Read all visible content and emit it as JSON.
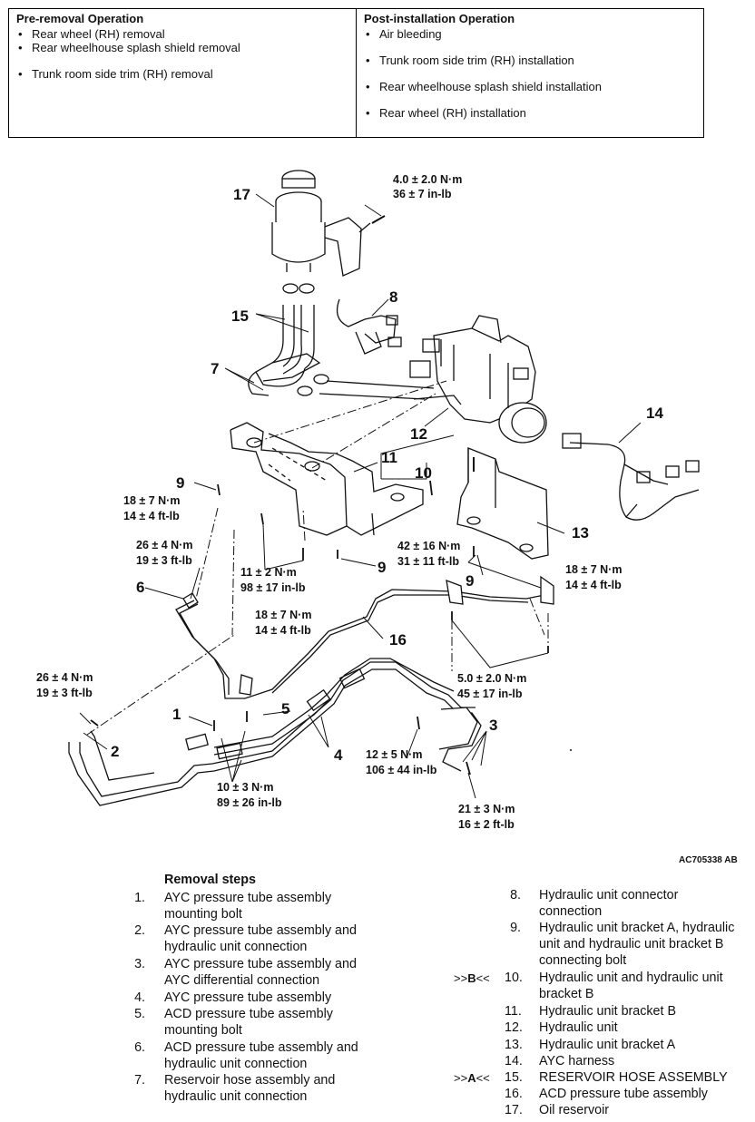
{
  "operations": {
    "pre_removal": {
      "title": "Pre-removal Operation",
      "items": [
        "Rear wheel (RH) removal",
        "Rear wheelhouse splash shield removal",
        "Trunk room side trim (RH) removal"
      ]
    },
    "post_installation": {
      "title": "Post-installation Operation",
      "items": [
        "Air bleeding",
        "Trunk room side trim (RH) installation",
        "Rear wheelhouse splash shield installation",
        "Rear wheel (RH) installation"
      ]
    }
  },
  "diagram": {
    "callouts": [
      "17",
      "8",
      "15",
      "7",
      "12",
      "14",
      "11",
      "10",
      "9",
      "13",
      "6",
      "9",
      "9",
      "16",
      "1",
      "5",
      "2",
      "4",
      "3"
    ],
    "torques": {
      "t1a": "4.0 ± 2.0 N·m",
      "t1b": "36 ± 7 in-lb",
      "t2a": "18 ± 7 N·m",
      "t2b": "14 ± 4 ft-lb",
      "t3a": "26 ± 4 N·m",
      "t3b": "19 ± 3 ft-lb",
      "t4a": "11 ± 2 N·m",
      "t4b": "98 ± 17 in-lb",
      "t5a": "42 ± 16 N·m",
      "t5b": "31 ± 11 ft-lb",
      "t6a": "18 ± 7 N·m",
      "t6b": "14 ± 4 ft-lb",
      "t7a": "18 ± 7 N·m",
      "t7b": "14 ± 4 ft-lb",
      "t8a": "5.0 ± 2.0 N·m",
      "t8b": "45 ± 17 in-lb",
      "t9a": "26 ± 4 N·m",
      "t9b": "19 ± 3 ft-lb",
      "t10a": "12 ± 5 N·m",
      "t10b": "106 ± 44 in-lb",
      "t11a": "10 ± 3 N·m",
      "t11b": "89 ± 26 in-lb",
      "t12a": "21 ± 3 N·m",
      "t12b": "16 ± 2 ft-lb"
    },
    "figure_code": "AC705338 AB"
  },
  "removal": {
    "title": "Removal steps",
    "steps_left": [
      {
        "num": "1.",
        "l1": "AYC pressure tube assembly",
        "l2": "mounting bolt"
      },
      {
        "num": "2.",
        "l1": "AYC pressure tube assembly and",
        "l2": "hydraulic unit connection"
      },
      {
        "num": "3.",
        "l1": "AYC pressure tube assembly and",
        "l2": "AYC differential connection"
      },
      {
        "num": "4.",
        "l1": "AYC pressure tube assembly",
        "l2": ""
      },
      {
        "num": "5.",
        "l1": "ACD pressure tube assembly",
        "l2": "mounting bolt"
      },
      {
        "num": "6.",
        "l1": "ACD pressure tube assembly and",
        "l2": "hydraulic unit connection"
      },
      {
        "num": "7.",
        "l1": "Reservoir hose assembly and",
        "l2": "hydraulic unit connection"
      }
    ],
    "steps_right": [
      {
        "num": "8.",
        "l1": "Hydraulic unit connector",
        "l2": "connection",
        "l3": ""
      },
      {
        "num": "9.",
        "l1": "Hydraulic unit bracket A, hydraulic",
        "l2": "unit and hydraulic unit bracket B",
        "l3": "connecting bolt"
      },
      {
        "num": "10.",
        "l1": "Hydraulic unit and hydraulic unit",
        "l2": "bracket B",
        "l3": ""
      },
      {
        "num": "11.",
        "l1": "Hydraulic unit bracket B",
        "l2": "",
        "l3": ""
      },
      {
        "num": "12.",
        "l1": "Hydraulic unit",
        "l2": "",
        "l3": ""
      },
      {
        "num": "13.",
        "l1": "Hydraulic unit bracket A",
        "l2": "",
        "l3": ""
      },
      {
        "num": "14.",
        "l1": "AYC harness",
        "l2": "",
        "l3": ""
      },
      {
        "num": "15.",
        "l1": "RESERVOIR HOSE ASSEMBLY",
        "l2": "",
        "l3": ""
      },
      {
        "num": "16.",
        "l1": "ACD pressure tube assembly",
        "l2": "",
        "l3": ""
      },
      {
        "num": "17.",
        "l1": "Oil reservoir",
        "l2": "",
        "l3": ""
      }
    ],
    "marks": {
      "b_pre": ">>",
      "b_letter": "B",
      "b_post": "<<",
      "a_pre": ">>",
      "a_letter": "A",
      "a_post": "<<"
    }
  }
}
